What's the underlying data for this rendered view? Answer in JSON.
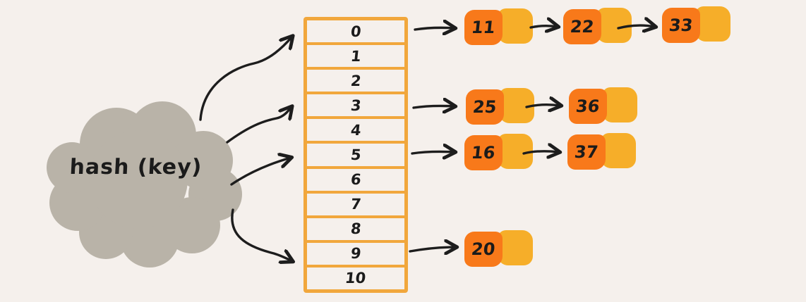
{
  "title": "Hash table with separate chaining diagram",
  "colors": {
    "background": "#f5f0ec",
    "node_fill": "#f8791a",
    "pointer_fill": "#f6ae29",
    "table_stroke": "#f1a73c",
    "cloud_fill": "#b9b3a8",
    "arrow": "#1d1d1d",
    "text": "#1b1b1b"
  },
  "cloud": {
    "label": "hash (key)"
  },
  "table": {
    "buckets": [
      "0",
      "1",
      "2",
      "3",
      "4",
      "5",
      "6",
      "7",
      "8",
      "9",
      "10"
    ]
  },
  "chains": [
    {
      "bucket": "0",
      "nodes": [
        "11",
        "22",
        "33"
      ]
    },
    {
      "bucket": "3",
      "nodes": [
        "25",
        "36"
      ]
    },
    {
      "bucket": "5",
      "nodes": [
        "16",
        "37"
      ]
    },
    {
      "bucket": "9",
      "nodes": [
        "20"
      ]
    }
  ]
}
